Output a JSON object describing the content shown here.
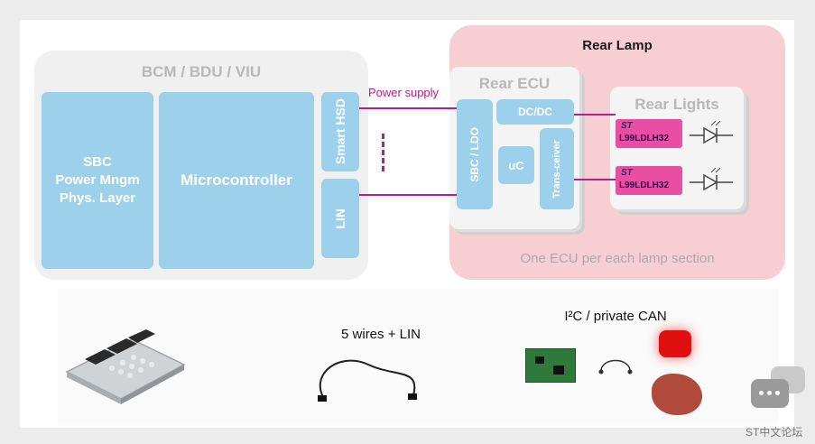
{
  "bcm": {
    "title": "BCM / BDU / VIU",
    "sbc_block": "SBC\nPower Mngm\nPhys. Layer",
    "mcu_block": "Microcontroller",
    "hsd_block": "Smart HSD",
    "lin_block": "LIN"
  },
  "links": {
    "power_supply_label": "Power supply"
  },
  "rear_lamp": {
    "title": "Rear Lamp",
    "ecu_title": "Rear ECU",
    "sbc_ldo": "SBC / LDO",
    "dcdc": "DC/DC",
    "uc": "uC",
    "transceiver": "Trans-ceiver",
    "lights_title": "Rear Lights",
    "driver_1_label": "L99LDLH32",
    "driver_2_label": "L99LDLH32",
    "driver_logo": "ST",
    "footnote": "One ECU per each lamp section"
  },
  "bottom": {
    "wires_label": "5 wires + LIN",
    "can_label": "I²C / private CAN"
  },
  "watermark": {
    "text": "ST中文论坛",
    "icon": "chat-bubble-icon"
  },
  "colors": {
    "accent_magenta": "#b0208e",
    "block_blue": "#9dd0ea",
    "pink_panel": "#f7cfd3",
    "chip_pink": "#e84fa3"
  }
}
